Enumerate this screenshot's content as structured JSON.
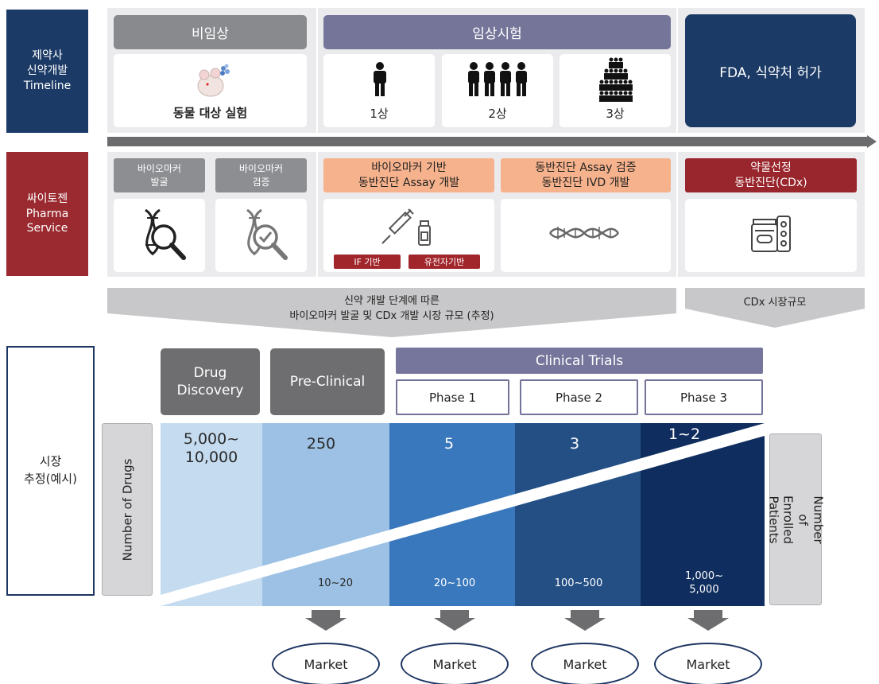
{
  "rows": {
    "timeline_label": "제약사\n신약개발\nTimeline",
    "service_label": "싸이토젠\nPharma\nService",
    "market_label": "시장\n추정(예시)"
  },
  "timeline": {
    "nonclinical": {
      "header": "비임상",
      "caption": "동물 대상 실험"
    },
    "clinical": {
      "header": "임상시험",
      "phases": [
        "1상",
        "2상",
        "3상"
      ]
    },
    "approval": "FDA, 식약처 허가"
  },
  "service": {
    "discovery": "바이오마커\n발굴",
    "validation": "바이오마커\n검증",
    "assay_dev": "바이오마커 기반\n동반진단 Assay 개발",
    "assay_val": "동반진단 Assay 검증\n동반진단 IVD 개발",
    "cdx": "약물선정\n동반진단(CDx)",
    "tags": [
      "IF 기반",
      "유전자기반"
    ]
  },
  "arrows": {
    "main": "신약 개발 단계에 따른\n바이오마커 발굴 및 CDx 개발 시장 규모 (추정)",
    "cdx": "CDx 시장규모"
  },
  "market": {
    "stages": {
      "drug_discovery": "Drug\nDiscovery",
      "pre_clinical": "Pre-Clinical",
      "clinical_trials": "Clinical Trials",
      "phases": [
        "Phase 1",
        "Phase 2",
        "Phase 3"
      ]
    },
    "left_axis": "Number of Drugs",
    "right_axis": "Number of\nEnrolled Patients",
    "bands": [
      {
        "drugs": "5,000~\n10,000",
        "patients": "",
        "color": "#c5dcf0"
      },
      {
        "drugs": "250",
        "patients": "10~20",
        "color": "#9cc1e4"
      },
      {
        "drugs": "5",
        "patients": "20~100",
        "color": "#3a78bd"
      },
      {
        "drugs": "3",
        "patients": "100~500",
        "color": "#234f84"
      },
      {
        "drugs": "1~2",
        "patients": "1,000~\n5,000",
        "color": "#0f2d5f"
      }
    ],
    "market_label": "Market",
    "market_count": 4
  },
  "colors": {
    "navy": "#1b3a66",
    "dark_red": "#9a2a2f",
    "purple": "#75759a",
    "orange": "#f6b28c"
  }
}
